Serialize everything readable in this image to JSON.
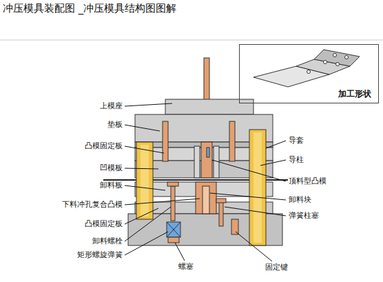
{
  "diagram": {
    "title": "冲压模具装配图 _冲压模具结构图图解",
    "nodes": [
      {
        "text": [
          "加工形状"
        ]
      }
    ],
    "labels": [
      "上模座",
      "垫板",
      "凸模固定板",
      "凹模板",
      "卸料板",
      "下料冲孔复合凸模",
      "凸模固定板",
      "卸料螺栓",
      "矩形螺旋弹簧",
      "螺塞",
      "固定键",
      "导套",
      "导柱",
      "顶料型凸模",
      "卸料块",
      "弹簧柱塞"
    ]
  }
}
